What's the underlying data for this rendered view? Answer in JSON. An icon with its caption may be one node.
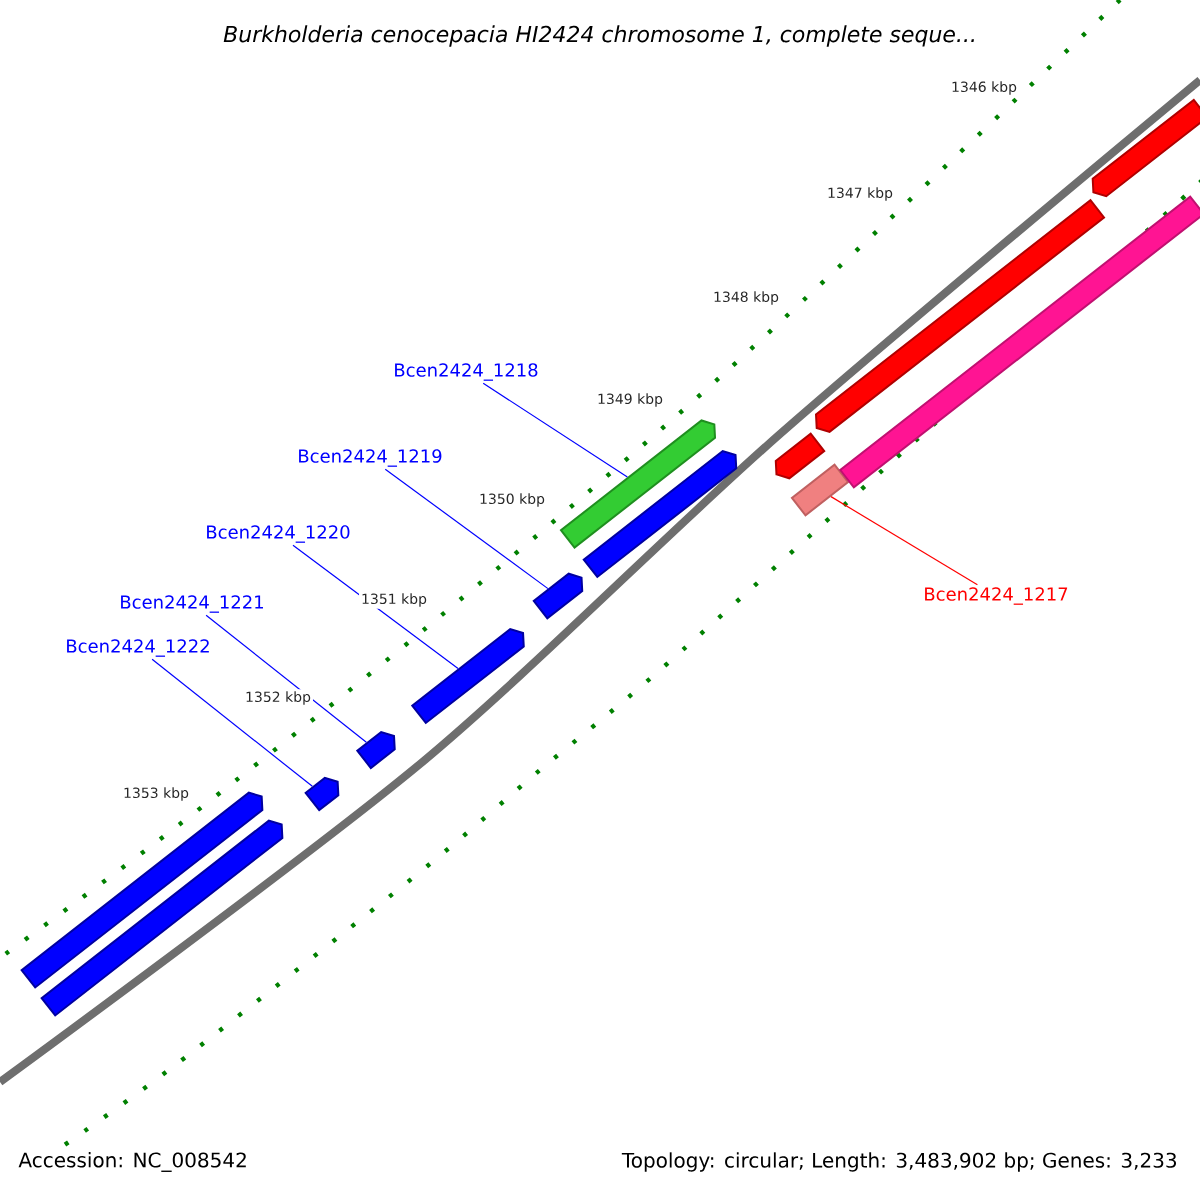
{
  "diagram": {
    "title": "Burkholderia cenocepacia HI2424 chromosome 1, complete seque...",
    "nodes": [
      {
        "text": [
          "Bcen2424_1218"
        ]
      },
      {
        "text": [
          "Bcen2424_1219"
        ]
      },
      {
        "text": [
          "Bcen2424_1220"
        ]
      },
      {
        "text": [
          "Bcen2424_1221"
        ]
      },
      {
        "text": [
          "Bcen2424_1222"
        ]
      },
      {
        "text": [
          "Bcen2424_1217"
        ]
      },
      {
        "text": [],
        "shape": "arrow"
      },
      {
        "text": [],
        "shape": "arrow"
      },
      {
        "text": [],
        "shape": "arrow"
      },
      {
        "text": [],
        "shape": "arrow"
      },
      {
        "text": [],
        "shape": "arrow"
      },
      {
        "text": [],
        "shape": "arrow"
      },
      {
        "text": [],
        "shape": "arrow"
      },
      {
        "text": [],
        "shape": "arrow"
      },
      {
        "text": [],
        "shape": "arrow"
      },
      {
        "text": [],
        "shape": "bar"
      },
      {
        "text": [],
        "shape": "arrow"
      },
      {
        "text": [],
        "shape": "bar"
      },
      {
        "text": [],
        "shape": "arrow"
      }
    ],
    "edges": [
      {
        "from": 0,
        "to": 12,
        "arrow": "none"
      },
      {
        "from": 1,
        "to": 11,
        "arrow": "none"
      },
      {
        "from": 2,
        "to": 10,
        "arrow": "none"
      },
      {
        "from": 3,
        "to": 9,
        "arrow": "none"
      },
      {
        "from": 4,
        "to": 8,
        "arrow": "none"
      },
      {
        "from": 5,
        "to": 15,
        "arrow": "none",
        "color": "#ff0000"
      }
    ],
    "labels": [
      "1346 kbp",
      "1347 kbp",
      "1348 kbp",
      "1349 kbp",
      "1350 kbp",
      "1351 kbp",
      "1352 kbp",
      "1353 kbp",
      "Accession: NC_008542",
      "Topology: circular; Length: 3,483,902 bp; Genes: 3,233"
    ]
  }
}
